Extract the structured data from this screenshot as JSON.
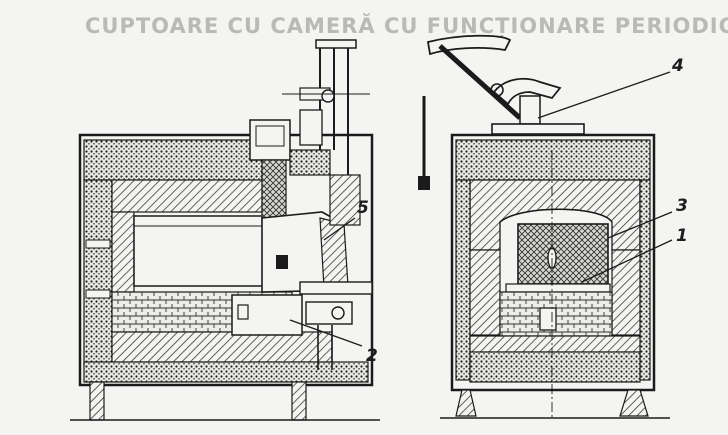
{
  "background_bleed": {
    "title": "CUPTOARE CU CAMERĂ CU FUNCȚIONARE PERIODICĂ",
    "lines": []
  },
  "callouts": [
    {
      "id": "4",
      "label": "4"
    },
    {
      "id": "5",
      "label": "5"
    },
    {
      "id": "3",
      "label": "3"
    },
    {
      "id": "1",
      "label": "1"
    },
    {
      "id": "2",
      "label": "2"
    }
  ],
  "colors": {
    "ink": "#1b1b1b",
    "hatch": "#444444",
    "paper": "#f4f4f2",
    "bleed": "#bdbdb8"
  }
}
